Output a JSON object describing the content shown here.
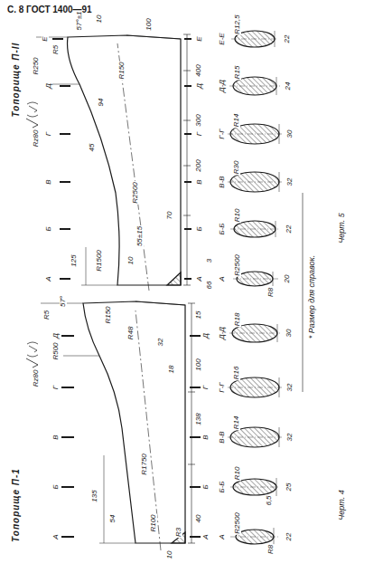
{
  "diagram": {
    "labels": [
      "Топорище П-1",
      "Rz80",
      "Топорище П-II",
      "Rz80",
      "* Размер для справок.",
      "Черт. 4",
      "Черт. 5",
      "А",
      "А",
      "Б",
      "Б",
      "В",
      "В",
      "Г",
      "Г",
      "Д",
      "Д",
      "135",
      "54",
      "40",
      "10",
      "R100",
      "R1750",
      "R500",
      "R5",
      "57°",
      "R150",
      "R48",
      "32",
      "18",
      "100",
      "138",
      "15",
      "R3",
      "А",
      "Б-Б",
      "В-В",
      "Г-Г",
      "Д-Д",
      "R2500",
      "R8",
      "22",
      "R10",
      "25",
      "6,5",
      "R14",
      "32",
      "R16",
      "32",
      "R18",
      "30",
      "А",
      "А",
      "Б",
      "Б",
      "В",
      "В",
      "Г",
      "Г",
      "Д",
      "Д",
      "Е",
      "Е",
      "66",
      "3",
      "10",
      "R1500",
      "55±15",
      "125",
      "70",
      "R2500",
      "200",
      "300",
      "400",
      "45",
      "94",
      "R150",
      "R5",
      "57°±1",
      "R250",
      "10",
      "100",
      "А",
      "Б-Б",
      "В-В",
      "Г-Г",
      "Д-Д",
      "Е-Е",
      "R2500",
      "R8",
      "20",
      "R10",
      "22",
      "R30",
      "32",
      "R14",
      "30",
      "R15",
      "24",
      "R12,5",
      "22",
      "С. 8 ГОСТ 1400—91"
    ]
  }
}
